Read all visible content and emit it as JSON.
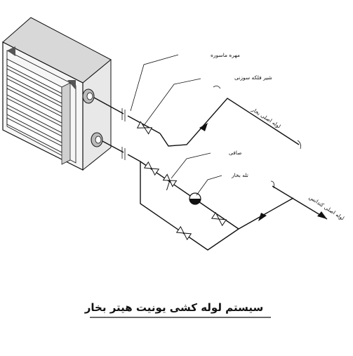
{
  "diagram": {
    "caption": "سیستم لوله کشی یونیت هیتر بخار",
    "labels": {
      "union": "مهره ماسوره",
      "needle_valve": "شیر فلکه سوزنی",
      "strainer": "صافی",
      "steam_trap": "تله بخار",
      "steam_main": "لوله اصلی بخار",
      "condensate_main": "لوله اصلی کندانس"
    },
    "icons": {
      "unit_heater": "unit-heater-icon",
      "valve": "valve-icon",
      "trap": "steam-trap-icon",
      "strainer": "strainer-icon",
      "flow_arrow": "flow-arrow-icon"
    }
  }
}
